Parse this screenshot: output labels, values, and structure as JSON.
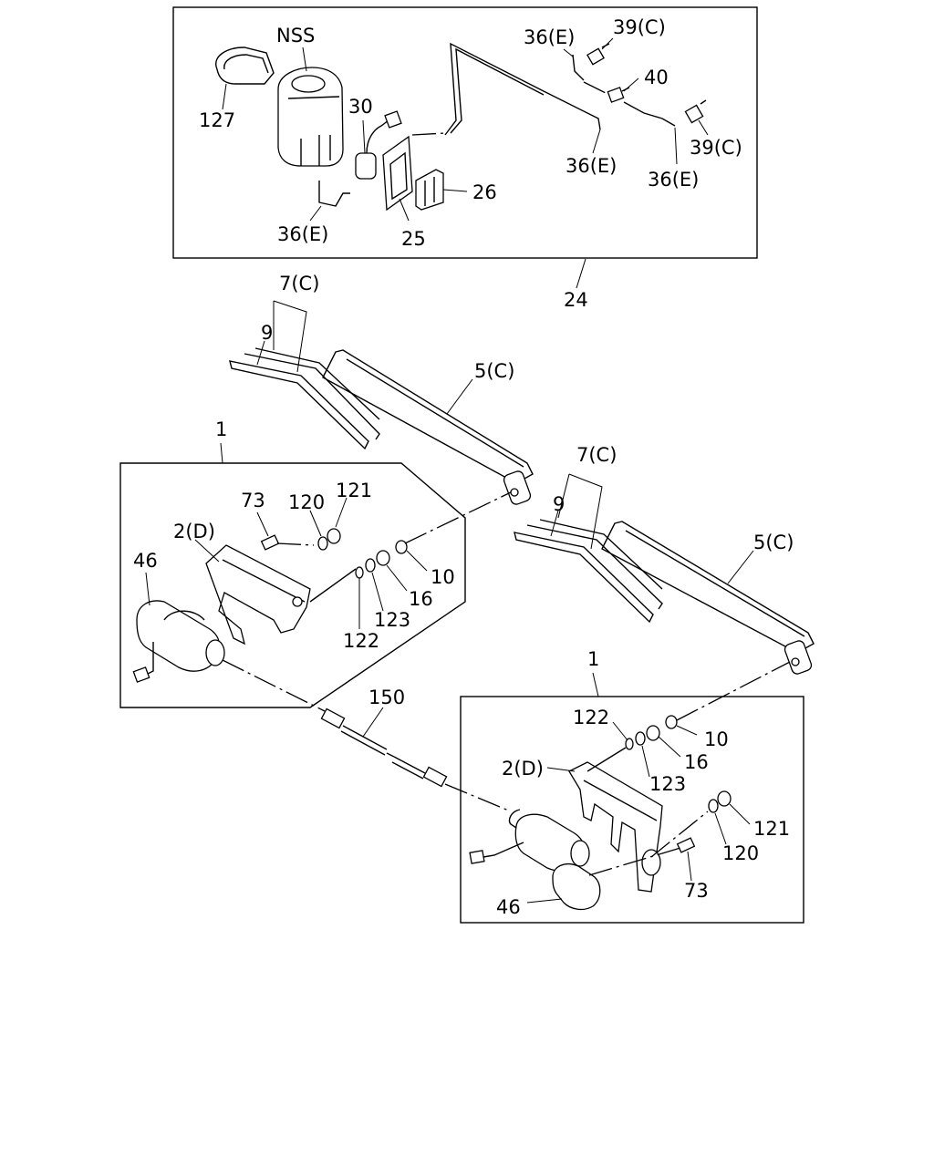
{
  "labels": {
    "nss": "NSS",
    "p127": "127",
    "p30": "30",
    "p36e_a": "36(E)",
    "p36e_b": "36(E)",
    "p36e_c": "36(E)",
    "p36e_d": "36(E)",
    "p39c_a": "39(C)",
    "p39c_b": "39(C)",
    "p40": "40",
    "p25": "25",
    "p26": "26",
    "p24": "24",
    "p7c_a": "7(C)",
    "p9_a": "9",
    "p5c_a": "5(C)",
    "p1_a": "1",
    "p73_a": "73",
    "p120_a": "120",
    "p121_a": "121",
    "p2d_a": "2(D)",
    "p46_a": "46",
    "p10_a": "10",
    "p16_a": "16",
    "p123_a": "123",
    "p122_a": "122",
    "p7c_b": "7(C)",
    "p9_b": "9",
    "p5c_b": "5(C)",
    "p150": "150",
    "p1_b": "1",
    "p122_b": "122",
    "p10_b": "10",
    "p16_b": "16",
    "p2d_b": "2(D)",
    "p123_b": "123",
    "p121_b": "121",
    "p120_b": "120",
    "p73_b": "73",
    "p46_b": "46"
  }
}
